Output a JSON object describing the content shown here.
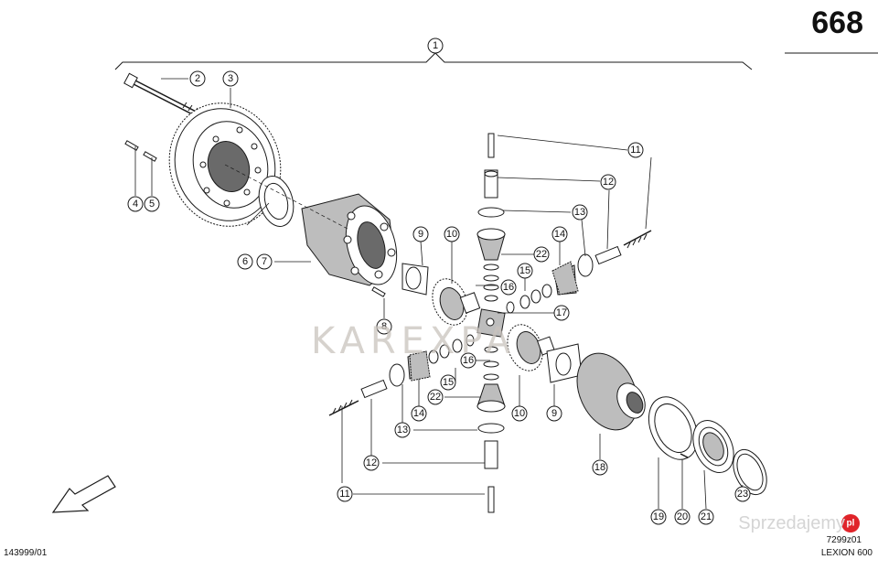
{
  "page_number": "668",
  "drawing_number": "143999/01",
  "drawing_ref": "7299z01",
  "model": "LEXION 600",
  "watermark": {
    "brand": "KAREXPA",
    "site": "Sprzedajemy",
    "site_badge": "pl"
  },
  "callouts": {
    "c1": "1",
    "c2": "2",
    "c3": "3",
    "c4": "4",
    "c5": "5",
    "c6": "6",
    "c7": "7",
    "c8": "8",
    "c9a": "9",
    "c9b": "9",
    "c10a": "10",
    "c10b": "10",
    "c11a": "11",
    "c11b": "11",
    "c12a": "12",
    "c12b": "12",
    "c13a": "13",
    "c13b": "13",
    "c14a": "14",
    "c14b": "14",
    "c15a": "15",
    "c15b": "15",
    "c16a": "16",
    "c16b": "16",
    "c17": "17",
    "c18": "18",
    "c19": "19",
    "c20": "20",
    "c21": "21",
    "c22a": "22",
    "c22b": "22",
    "c23": "23"
  },
  "colors": {
    "line": "#1a1a1a",
    "watermark": "#c9c3bd",
    "badge": "#e0242a"
  }
}
